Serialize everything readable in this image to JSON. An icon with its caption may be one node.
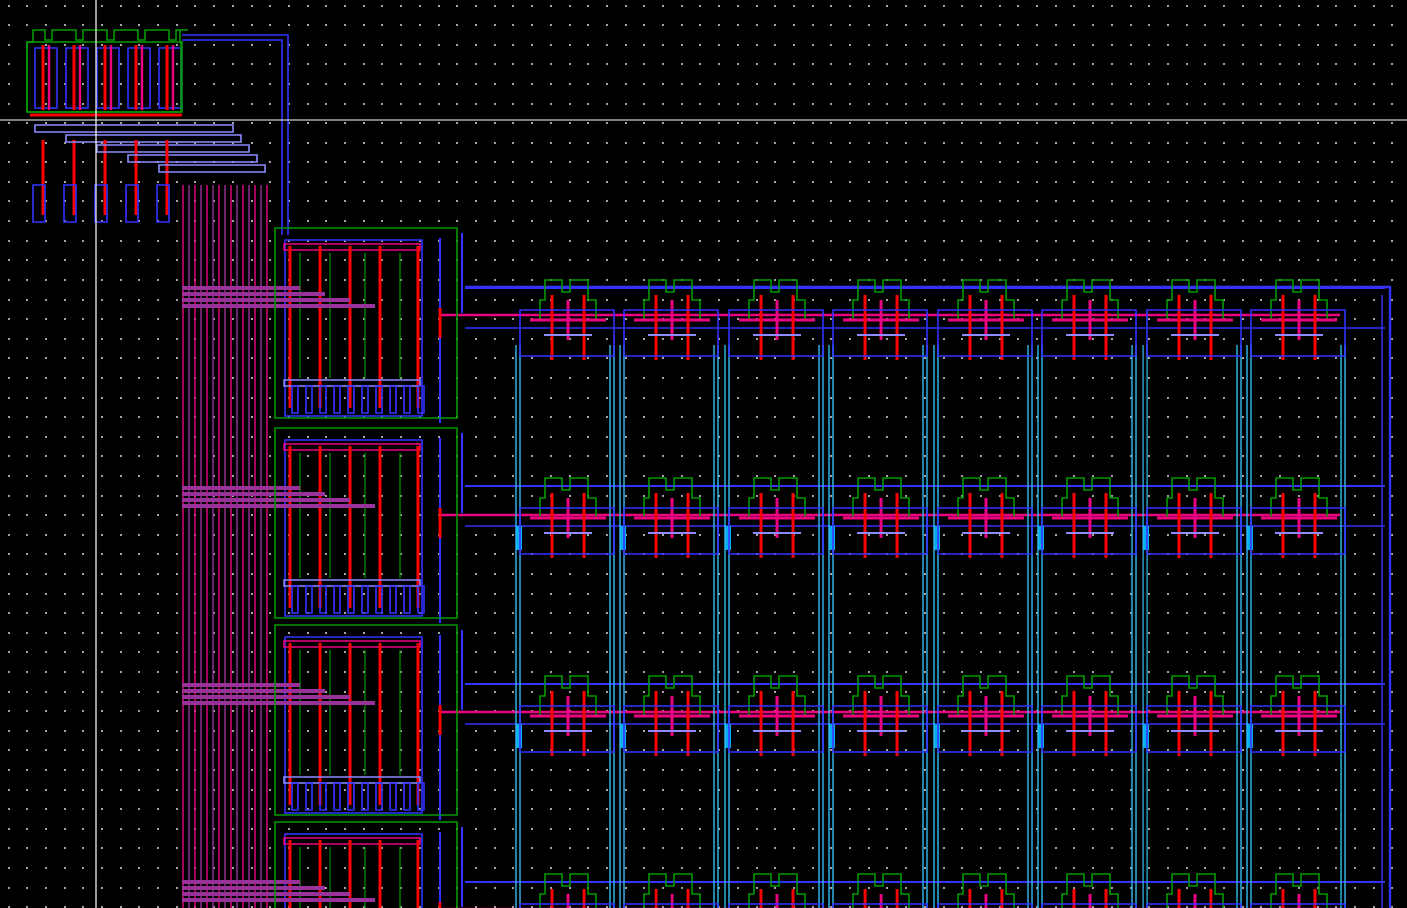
{
  "diagram": {
    "nodes": [
      {
        "text": [],
        "shape": "box"
      },
      {
        "text": [],
        "shape": "box"
      },
      {
        "text": [],
        "shape": "box"
      },
      {
        "text": [],
        "shape": "box"
      },
      {
        "text": [],
        "shape": "box"
      },
      {
        "text": [],
        "shape": "box"
      },
      {
        "text": [],
        "shape": "box"
      },
      {
        "text": [],
        "shape": "box"
      },
      {
        "text": [],
        "shape": "box"
      },
      {
        "text": [],
        "shape": "box"
      },
      {
        "text": [],
        "shape": "box"
      },
      {
        "text": [],
        "shape": "box"
      },
      {
        "text": [],
        "shape": "box"
      },
      {
        "text": [],
        "shape": "box"
      },
      {
        "text": [],
        "shape": "box"
      },
      {
        "text": [],
        "shape": "box"
      },
      {
        "text": [],
        "shape": "box"
      },
      {
        "text": [],
        "shape": "box"
      },
      {
        "text": [],
        "shape": "box"
      },
      {
        "text": [],
        "shape": "box"
      },
      {
        "text": [],
        "shape": "box"
      },
      {
        "text": [],
        "shape": "box"
      },
      {
        "text": [],
        "shape": "box"
      },
      {
        "text": [],
        "shape": "box"
      },
      {
        "text": [],
        "shape": "box"
      },
      {
        "text": [],
        "shape": "box"
      },
      {
        "text": [],
        "shape": "box"
      },
      {
        "text": [],
        "shape": "box"
      },
      {
        "text": [],
        "shape": "box"
      },
      {
        "text": [],
        "shape": "box"
      },
      {
        "text": [],
        "shape": "box"
      },
      {
        "text": [],
        "shape": "box"
      },
      {
        "text": [],
        "shape": "box"
      },
      {
        "text": [],
        "shape": "box"
      },
      {
        "text": [],
        "shape": "box"
      },
      {
        "text": [],
        "shape": "box"
      },
      {
        "text": [],
        "shape": "box"
      }
    ]
  }
}
